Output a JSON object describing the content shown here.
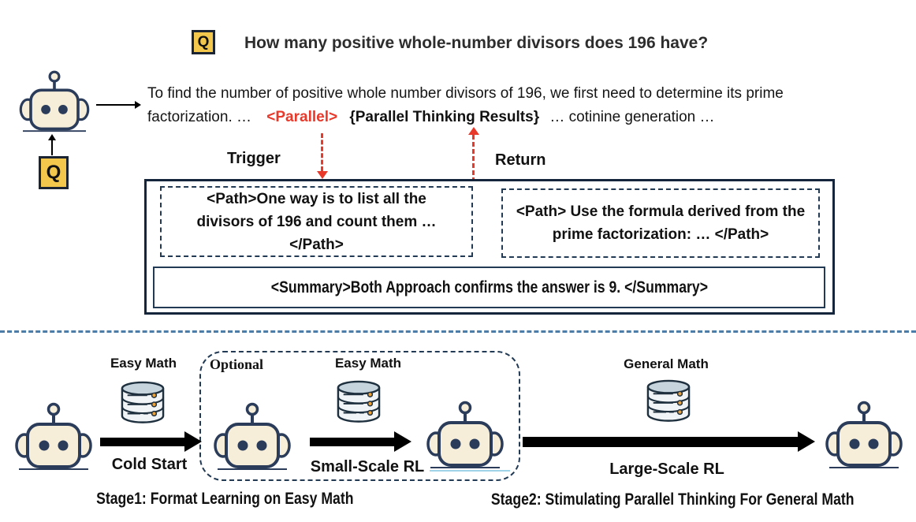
{
  "colors": {
    "accent_red": "#e8392b",
    "navy": "#1e2f3e",
    "badge_yellow": "#f2c74c",
    "divider_blue": "#4b7da8",
    "robot_cream": "#f7eed9",
    "db_orange": "#e8a13c"
  },
  "question": {
    "badge": "Q",
    "text": "How many positive whole-number divisors does 196 have?"
  },
  "input_badge": "Q",
  "response": {
    "line1": "To find the number of positive whole number divisors of 196, we first need to  determine its prime",
    "line2_prefix": "factorization. …",
    "parallel_tag": "<Parallel>",
    "results_tag": "{Parallel Thinking Results}",
    "line2_suffix": "… cotinine generation …"
  },
  "flow": {
    "trigger": "Trigger",
    "return": "Return"
  },
  "parallel_box": {
    "path1": "<Path>One way is to list all the divisors of 196 and count them …</Path>",
    "path2": "<Path> Use the formula derived from the prime factorization: … </Path>",
    "summary": "<Summary>Both Approach confirms the answer is 9. </Summary>"
  },
  "pipeline": {
    "optional_label": "Optional",
    "datasets": [
      "Easy Math",
      "Easy Math",
      "General Math"
    ],
    "steps": [
      "Cold Start",
      "Small-Scale RL",
      "Large-Scale RL"
    ],
    "stage1": "Stage1: Format Learning on Easy Math",
    "stage2": "Stage2: Stimulating Parallel Thinking For General Math"
  }
}
